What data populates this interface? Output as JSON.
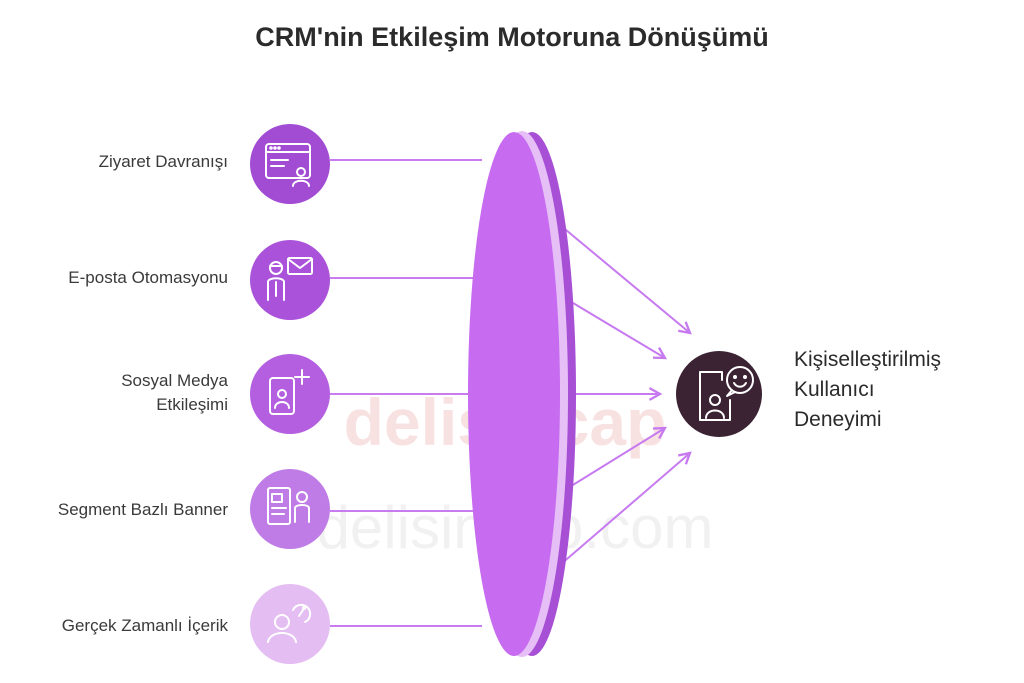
{
  "title": "CRM'nin Etkileşim Motoruna Dönüşümü",
  "inputs": [
    {
      "label_lines": [
        "Ziyaret Davranışı"
      ],
      "icon": "browser-user-icon",
      "color": "#a24bd3"
    },
    {
      "label_lines": [
        "E-posta Otomasyonu"
      ],
      "icon": "person-email-icon",
      "color": "#ab52da"
    },
    {
      "label_lines": [
        "Sosyal Medya",
        "Etkileşimi"
      ],
      "icon": "profile-plus-icon",
      "color": "#b45fe0"
    },
    {
      "label_lines": [
        "Segment Bazlı Banner"
      ],
      "icon": "profile-card-icon",
      "color": "#c07ce6"
    },
    {
      "label_lines": [
        "Gerçek Zamanlı İçerik"
      ],
      "icon": "realtime-user-icon",
      "color": "#e4bdf3"
    }
  ],
  "output": {
    "label_lines": [
      "Kişiselleştirilmiş",
      "Kullanıcı",
      "Deneyimi"
    ],
    "icon": "mobile-user-smile-icon",
    "color": "#3b2334"
  },
  "lens": {
    "color": "#c76cf1",
    "edge_color": "#a750d6"
  },
  "watermark": {
    "line1": "delisincap",
    "line2": "delisincap.com"
  }
}
